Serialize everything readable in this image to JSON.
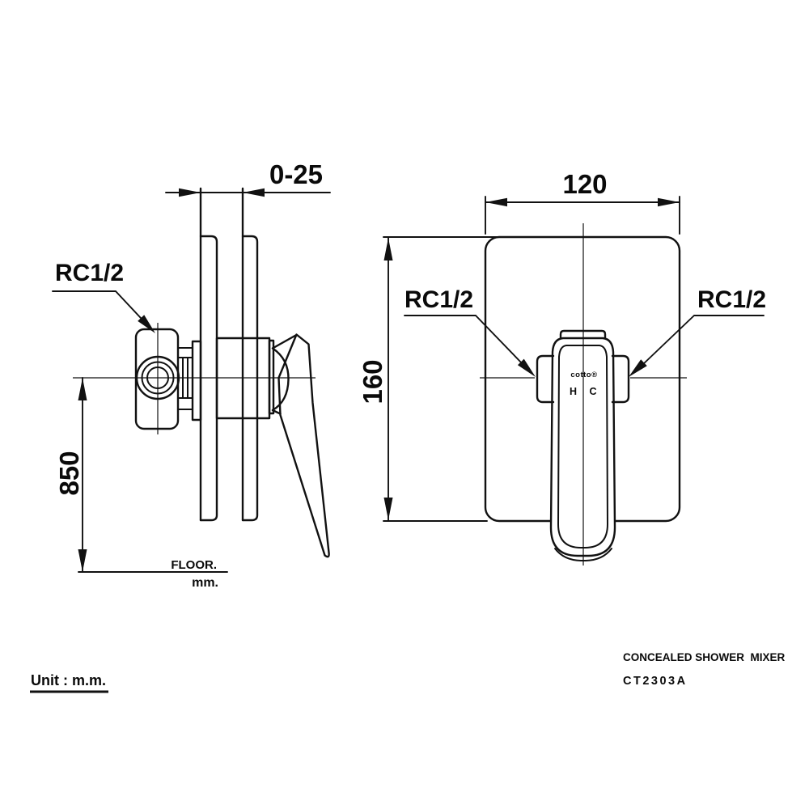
{
  "page": {
    "background_color": "#ffffff",
    "line_color": "#111111"
  },
  "side_view": {
    "depth_dimension": "0-25",
    "height_dimension": "850",
    "port_label": "RC1/2",
    "floor_label": "FLOOR.",
    "floor_unit_label": "mm."
  },
  "front_view": {
    "width_dimension": "120",
    "height_dimension": "160",
    "left_port_label": "RC1/2",
    "right_port_label": "RC1/2",
    "brand_mark": "cotto®",
    "hot_marking": "H",
    "cold_marking": "C"
  },
  "footer": {
    "unit_note": "Unit : m.m.",
    "product_name": "CONCEALED SHOWER  MIXER",
    "product_code": "CT2303A"
  }
}
